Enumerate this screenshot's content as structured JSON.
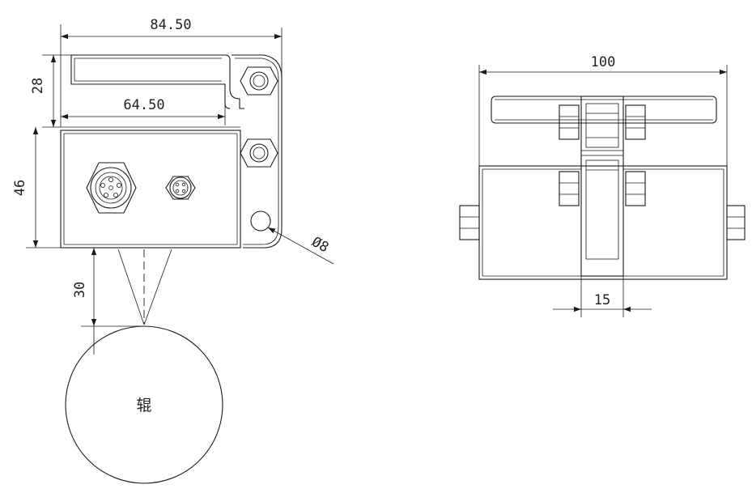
{
  "left_view": {
    "dim_overall_width": "84.50",
    "dim_body_width": "64.50",
    "dim_bracket_height": "28",
    "dim_body_height": "46",
    "dim_sensing_distance": "30",
    "dim_hole_diameter": "Ø8",
    "roller_label": "辊"
  },
  "right_view": {
    "dim_total_length": "100",
    "dim_center_width": "15"
  }
}
